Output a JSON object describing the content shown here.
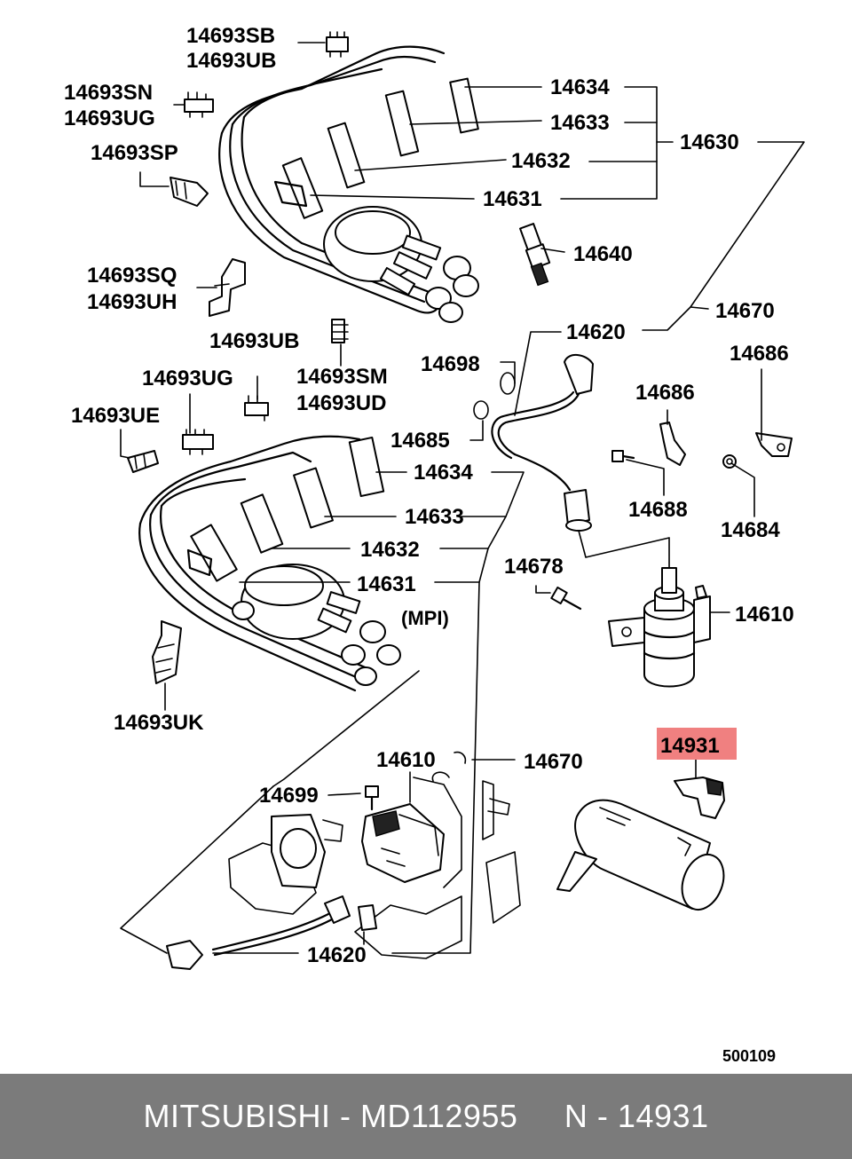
{
  "diagram": {
    "labels": {
      "c14693SB": "14693SB",
      "c14693UB_top": "14693UB",
      "c14693SN": "14693SN",
      "c14693UG_top": "14693UG",
      "c14693SP": "14693SP",
      "c14693SQ": "14693SQ",
      "c14693UH": "14693UH",
      "c14693UB_mid": "14693UB",
      "c14693SM": "14693SM",
      "c14693UD": "14693UD",
      "c14693UG_mid": "14693UG",
      "c14693UE": "14693UE",
      "c14693UK": "14693UK",
      "c14634_top": "14634",
      "c14633_top": "14633",
      "c14632_top": "14632",
      "c14631_top": "14631",
      "c14630": "14630",
      "c14640": "14640",
      "c14670_top": "14670",
      "c14620_top": "14620",
      "c14698": "14698",
      "c14686_right": "14686",
      "c14686_mid": "14686",
      "c14685": "14685",
      "c14634_mid": "14634",
      "c14633_mid": "14633",
      "c14632_mid": "14632",
      "c14631_mid": "14631",
      "c14688": "14688",
      "c14684": "14684",
      "c14678": "14678",
      "c14610_right": "14610",
      "mpi": "(MPI)",
      "c14610_bottom": "14610",
      "c14670_bottom": "14670",
      "c14699": "14699",
      "c14620_bottom": "14620",
      "c14931": "14931",
      "diagram_code": "500109"
    },
    "highlight_color": "#f08080"
  },
  "footer": {
    "text": "MITSUBISHI - MD112955     N - 14931",
    "background": "#7b7b7b",
    "text_color": "#ffffff"
  }
}
